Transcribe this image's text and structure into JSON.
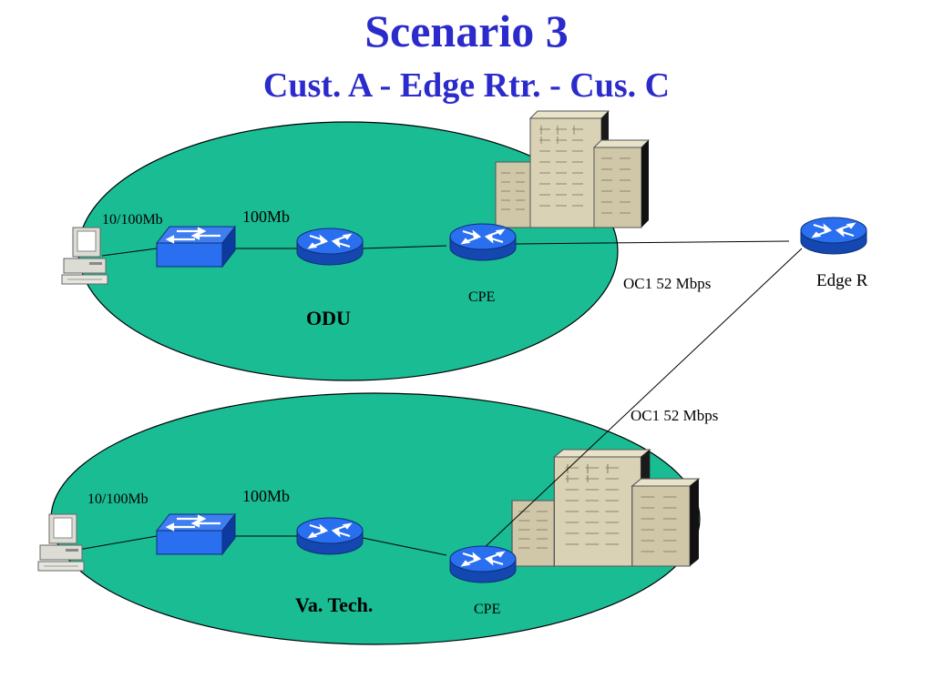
{
  "title": "Scenario 3",
  "subtitle": "Cust. A - Edge Rtr. - Cus. C",
  "colors": {
    "title": "#2b2bcc",
    "site_fill": "#1abc94",
    "router_blue": "#1e64e6",
    "building": "#cfc7a8"
  },
  "sites": [
    {
      "name": "ODU",
      "access_label": "10/100Mb",
      "uplink_label": "100Mb",
      "cpe_label": "CPE"
    },
    {
      "name": "Va. Tech.",
      "access_label": "10/100Mb",
      "uplink_label": "100Mb",
      "cpe_label": "CPE"
    }
  ],
  "edge_router_label": "Edge R",
  "links": [
    {
      "label": "OC1 52 Mbps"
    },
    {
      "label": "OC1 52 Mbps"
    }
  ],
  "icons": [
    "workstation-icon",
    "switch-icon",
    "router-icon",
    "building-icon"
  ]
}
